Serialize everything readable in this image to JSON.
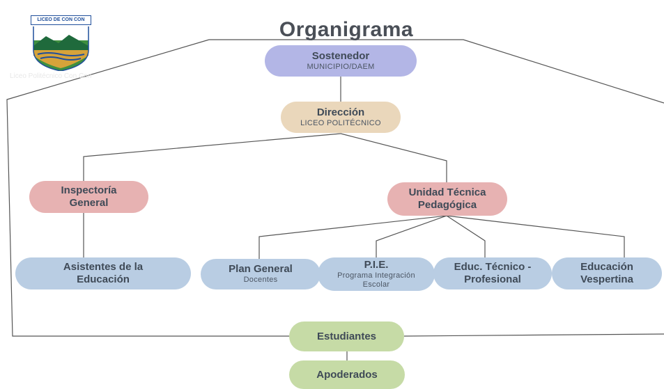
{
  "title": "Organigrama",
  "logo": {
    "label": "LICEO DE CON CON",
    "caption": "Liceo Politécnico Con Con"
  },
  "nodes": {
    "sostenedor": {
      "title": "Sostenedor",
      "subtitle": "MUNICIPIO/DAEM"
    },
    "direccion": {
      "title": "Dirección",
      "subtitle": "LICEO POLITÉCNICO"
    },
    "inspectoria": {
      "title_line1": "Inspectoría",
      "title_line2": "General"
    },
    "utp": {
      "title_line1": "Unidad Técnica",
      "title_line2": "Pedagógica"
    },
    "asistentes": {
      "title_line1": "Asistentes de la",
      "title_line2": "Educación"
    },
    "plan_general": {
      "title": "Plan General",
      "subtitle": "Docentes"
    },
    "pie": {
      "title": "P.I.E.",
      "subtitle_line1": "Programa Integración",
      "subtitle_line2": "Escolar"
    },
    "tecnico": {
      "title_line1": "Educ. Técnico -",
      "title_line2": "Profesional"
    },
    "vespertina": {
      "title_line1": "Educación",
      "title_line2": "Vespertina"
    },
    "estudiantes": {
      "title": "Estudiantes"
    },
    "apoderados": {
      "title": "Apoderados"
    }
  },
  "colors": {
    "sostenedor": "#b3b6e6",
    "direccion": "#ead7bb",
    "inspectoria_utp": "#e7b2b2",
    "programs": "#b9cde3",
    "students": "#c6dba6",
    "lines": "#555555"
  }
}
